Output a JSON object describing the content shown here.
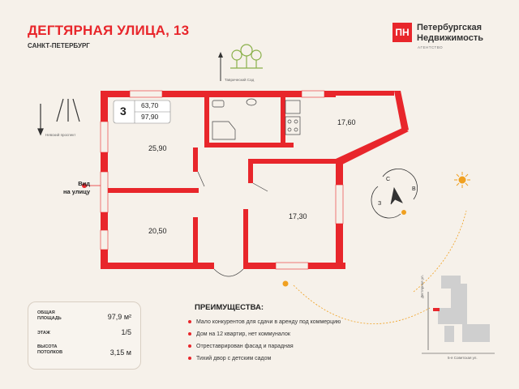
{
  "header": {
    "title": "ДЕГТЯРНАЯ УЛИЦА, 13",
    "subtitle": "САНКТ-ПЕТЕРБУРГ"
  },
  "logo": {
    "mark": "ПН",
    "line1": "Петербургская",
    "line2": "Недвижимость",
    "sub": "АГЕНТСТВО"
  },
  "plan": {
    "room_count": "3",
    "living_area": "63,70",
    "total_area": "97,90",
    "rooms": {
      "r1": "25,90",
      "r2": "20,50",
      "r3": "17,30",
      "kitchen": "17,60"
    },
    "labels": {
      "garden": "Таврический Сад",
      "nevsky": "Невский проспект",
      "view_line1": "Вид",
      "view_line2": "на улицу"
    },
    "compass": {
      "n": "С",
      "e": "В",
      "w": "З"
    },
    "map_labels": {
      "street_v": "Дегтярная ул.",
      "street_h": "5-я Советская ул."
    }
  },
  "info": {
    "area_label_1": "ОБЩАЯ",
    "area_label_2": "ПЛОЩАДЬ",
    "area_value": "97,9 м²",
    "floor_label": "ЭТАЖ",
    "floor_value": "1/5",
    "height_label_1": "ВЫСОТА",
    "height_label_2": "ПОТОЛКОВ",
    "height_value": "3,15 м"
  },
  "advantages": {
    "title": "ПРЕИМУЩЕСТВА:",
    "items": [
      "Мало конкурентов для сдачи в аренду под коммерцию",
      "Дом на 12 квартир, нет коммуналок",
      "Отреставрирован фасад и парадная",
      "Тихий двор с детским садом"
    ]
  },
  "colors": {
    "accent": "#e8262b",
    "background": "#f6f1ea",
    "sun": "#f0a020"
  }
}
